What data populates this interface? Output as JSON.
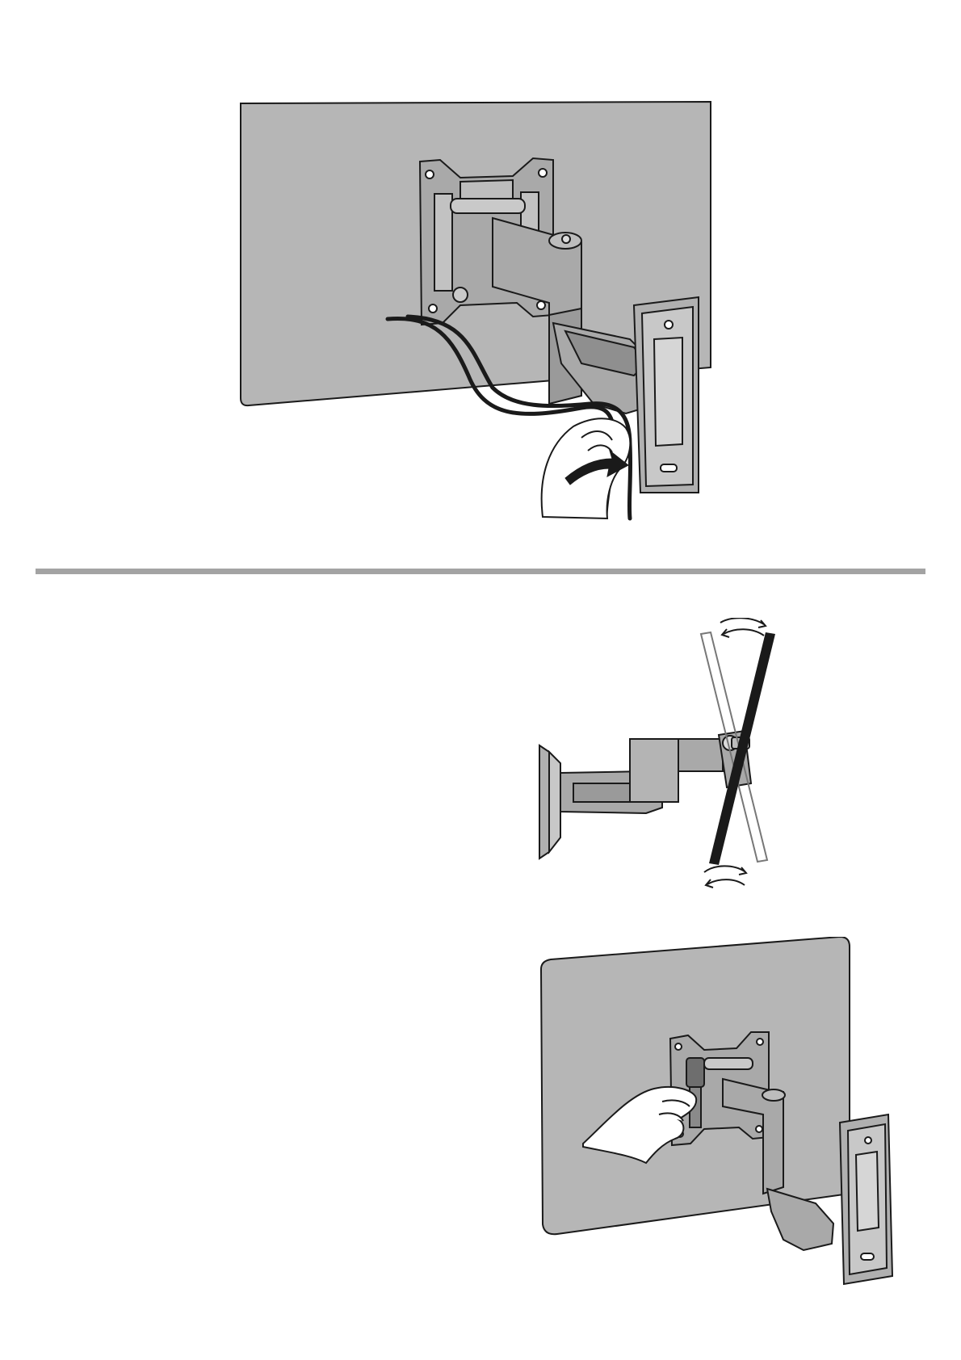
{
  "document": {
    "figures": [
      {
        "id": "cable-routing",
        "icons": [
          "tv-panel-rear",
          "vesa-bracket",
          "articulating-arm",
          "wall-plate",
          "cables",
          "hand",
          "curved-arrow"
        ]
      },
      {
        "id": "tilt-adjustment",
        "icons": [
          "wall-plate",
          "articulating-arm",
          "tv-profile",
          "rotation-arrow-top",
          "rotation-arrow-bottom"
        ]
      },
      {
        "id": "tilt-knob",
        "icons": [
          "tv-panel-rear",
          "vesa-bracket",
          "tilt-knob",
          "hand",
          "articulating-arm",
          "wall-plate"
        ]
      }
    ],
    "colors": {
      "panel": "#b6b6b6",
      "metal": "#a9a9a9",
      "metal_dark": "#808080",
      "line": "#1a1a1a",
      "divider": "#a3a3a3"
    }
  }
}
